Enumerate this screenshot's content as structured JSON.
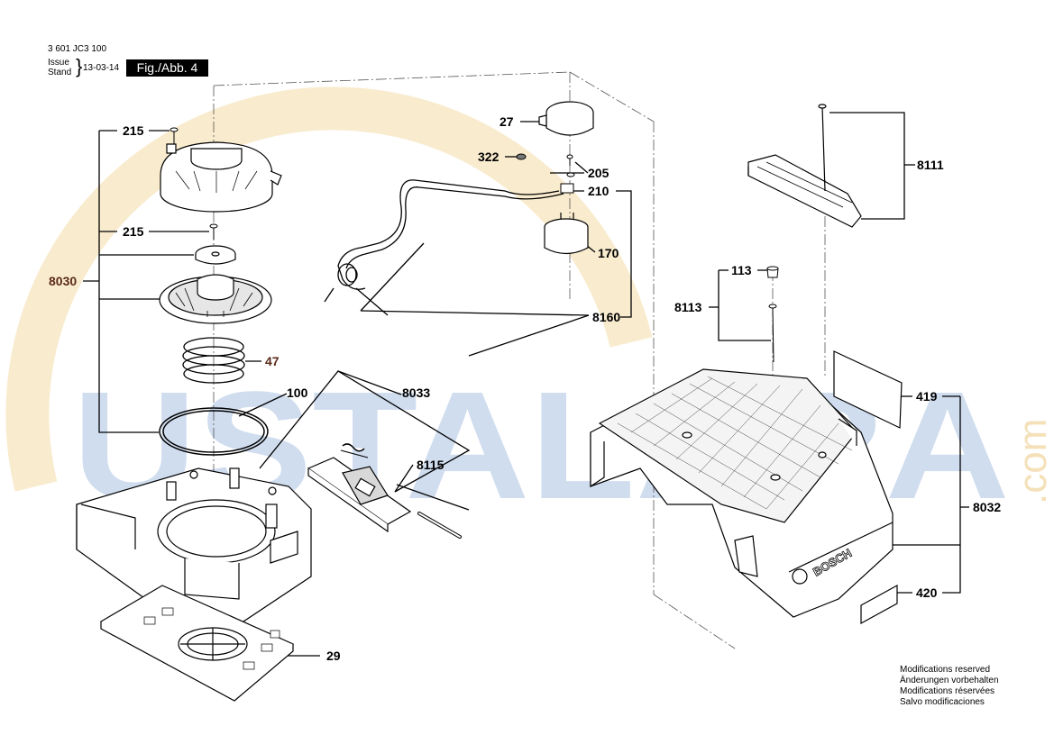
{
  "header": {
    "doc_number": "3 601 JC3 100",
    "issue_label_1": "Issue",
    "issue_label_2": "Stand",
    "date": "13-03-14",
    "figure_label": "Fig./Abb. 4"
  },
  "watermark": {
    "text": "USTALARA",
    "suffix": ".com",
    "color_blue": "#aac3e2",
    "color_orange": "#f7e3b8"
  },
  "callouts": {
    "c215a": "215",
    "c215b": "215",
    "c8030": "8030",
    "c47": "47",
    "c100": "100",
    "c8033": "8033",
    "c8115": "8115",
    "c29": "29",
    "c27": "27",
    "c322": "322",
    "c205": "205",
    "c210": "210",
    "c170": "170",
    "c8160": "8160",
    "c8111": "8111",
    "c113": "113",
    "c8113": "8113",
    "c419": "419",
    "c8032": "8032",
    "c420": "420"
  },
  "brand_mark": "BOSCH",
  "footer": {
    "line1": "Modifications reserved",
    "line2": "Änderungen vorbehalten",
    "line3": "Modifications réservées",
    "line4": "Salvo modificaciones"
  }
}
